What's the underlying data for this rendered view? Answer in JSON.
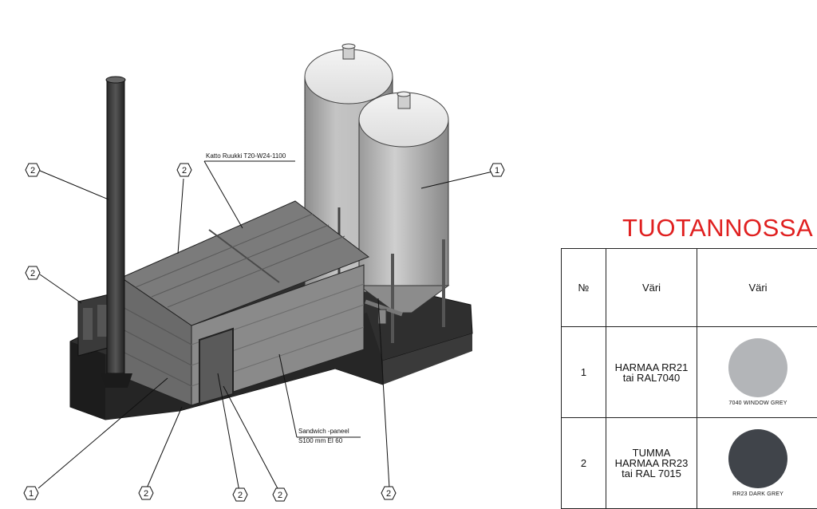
{
  "drawing": {
    "roof_note": "Katto Ruukki T20-W24-1100",
    "wall_note_line1": "Sandwich -paneel",
    "wall_note_line2": "S100 mm EI 60",
    "callout_1": "1",
    "callout_2": "2"
  },
  "status_title": "TUOTANNOSSA",
  "color_table": {
    "headers": [
      "№",
      "Väri",
      "Väri"
    ],
    "rows": [
      {
        "number": "1",
        "name_line1": "HARMAA RR21",
        "name_line2": "tai  RAL7040",
        "swatch_color": "#b3b5b8",
        "swatch_caption": "7040 WINDOW GREY"
      },
      {
        "number": "2",
        "name_line1": "TUMMA",
        "name_line2": "HARMAA RR23",
        "name_line3": "tai RAL 7015",
        "swatch_color": "#40444a",
        "swatch_caption": "RR23 DARK GREY"
      }
    ]
  }
}
